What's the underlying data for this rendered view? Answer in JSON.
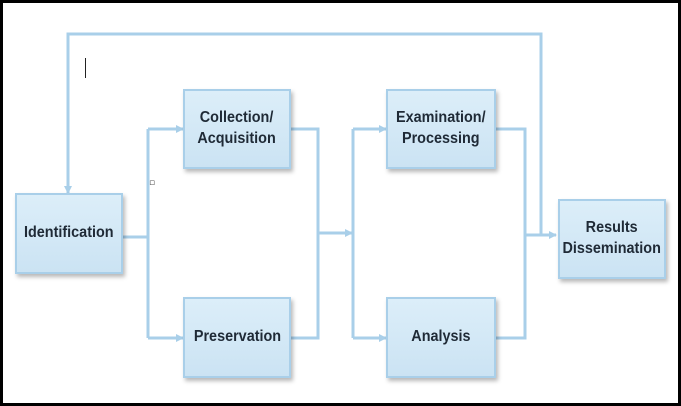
{
  "diagram": {
    "nodes": {
      "identification": "Identification",
      "collection": "Collection/\nAcquisition",
      "preservation": "Preservation",
      "examination": "Examination/\nProcessing",
      "analysis": "Analysis",
      "results": "Results\nDissemination"
    },
    "colors": {
      "connector": "#a9cfe9",
      "box_fill": "#d3e8f6",
      "box_border": "#a9cfe9"
    }
  }
}
